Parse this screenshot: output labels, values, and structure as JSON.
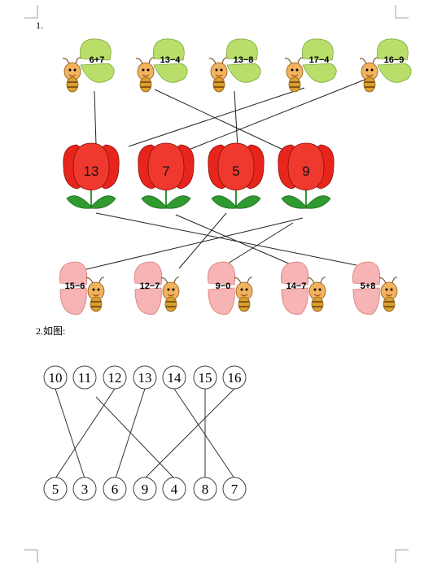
{
  "section1": {
    "label": "1.",
    "bees_top": [
      "6+7",
      "13−4",
      "13−8",
      "17−4",
      "16−9"
    ],
    "tulips": [
      "13",
      "7",
      "5",
      "9"
    ],
    "bees_bottom": [
      "15−6",
      "12−7",
      "9−0",
      "14−7",
      "5+8"
    ],
    "colors": {
      "wing_green": "#b9de6a",
      "tulip_red": "#e8251c",
      "wing_pink": "#f6b4b4",
      "stem_green": "#2f9a2f"
    }
  },
  "section2": {
    "label": "2.如图:",
    "top_numbers": [
      "10",
      "11",
      "12",
      "13",
      "14",
      "15",
      "16"
    ],
    "bottom_numbers": [
      "5",
      "3",
      "6",
      "9",
      "4",
      "8",
      "7"
    ]
  }
}
